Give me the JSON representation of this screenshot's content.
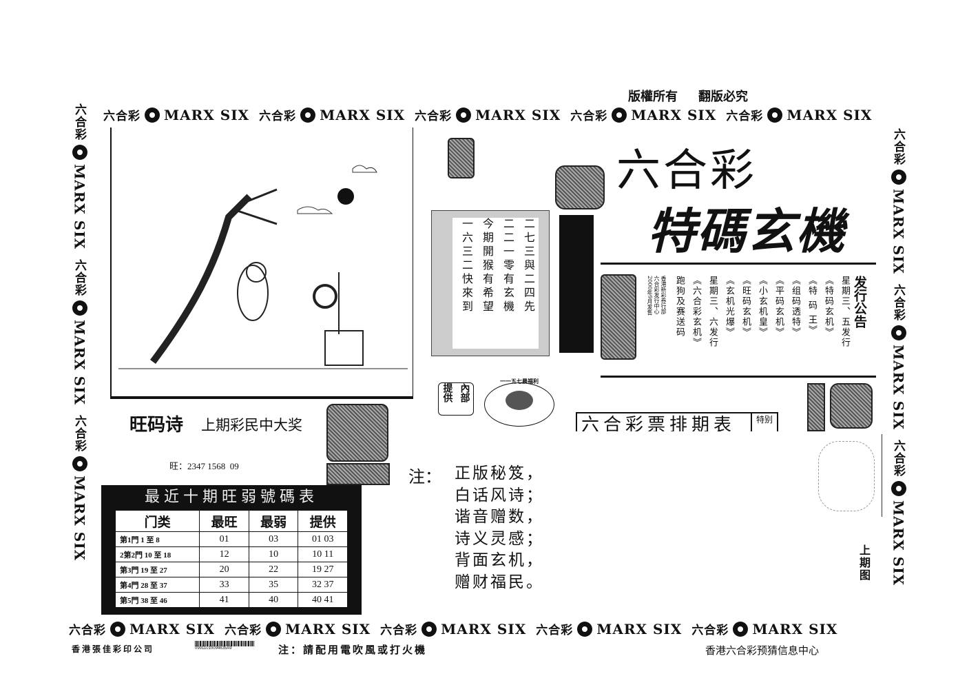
{
  "copyright": {
    "left": "版權所有",
    "right": "翻版必究"
  },
  "band": {
    "cn": "六合彩",
    "en": "MARX SIX"
  },
  "title": {
    "line1": "六合彩",
    "line2": "特碼玄機"
  },
  "poem_scroll": [
    "二七三與二四先",
    "二二一零有玄機",
    "今期開猴有希望",
    "一六三二快來到"
  ],
  "badge": {
    "col1": "內部",
    "col2": "提供"
  },
  "medallion": "一一五七晨福利",
  "announce": {
    "heading": "发行公告",
    "cols": [
      "星期三、五发行",
      "《特码玄机》",
      "《特 码 王》",
      "《组码透特》",
      "《平码玄机》",
      "《小玄机皇》",
      "《旺码玄机》",
      "《玄机光爆》",
      "星期三、六发行",
      "《六合彩玄机》",
      "跑狗及赛送码"
    ],
    "small": [
      "香港新彩券行部",
      "六合彩发行中心",
      "2000年9月发售"
    ]
  },
  "schedule": {
    "title": "六合彩票排期表",
    "tag": "特别"
  },
  "wang_poem": {
    "title": "旺码诗",
    "subtitle": "上期彩民中大奖",
    "numbers_label": "旺：",
    "numbers": "2347 1568  09"
  },
  "table": {
    "title": "最近十期旺弱號碼表",
    "headers": [
      "门类",
      "最旺",
      "最弱",
      "提供"
    ],
    "rows": [
      [
        "第1門  1 至  8",
        "01",
        "03",
        "01 03"
      ],
      [
        "2第2門 10 至 18",
        "12",
        "10",
        "10 11"
      ],
      [
        "第3門 19 至 27",
        "20",
        "22",
        "19 27"
      ],
      [
        "第4門 28 至 37",
        "33",
        "35",
        "32 37"
      ],
      [
        "第5門 38 至 46",
        "41",
        "40",
        "40 41"
      ]
    ]
  },
  "note": {
    "label": "注：",
    "lines": [
      "正版秘笈，",
      "白话风诗；",
      "谐音赠数，",
      "诗义灵感；",
      "背面玄机，",
      "赠财福民。"
    ]
  },
  "side_label": "上期图",
  "footer": {
    "printer": "香港張佳彩印公司",
    "barcode": "09911010094635A9",
    "notice": "注：請配用電吹風或打火機",
    "center": "香港六合彩预猜信息中心"
  }
}
